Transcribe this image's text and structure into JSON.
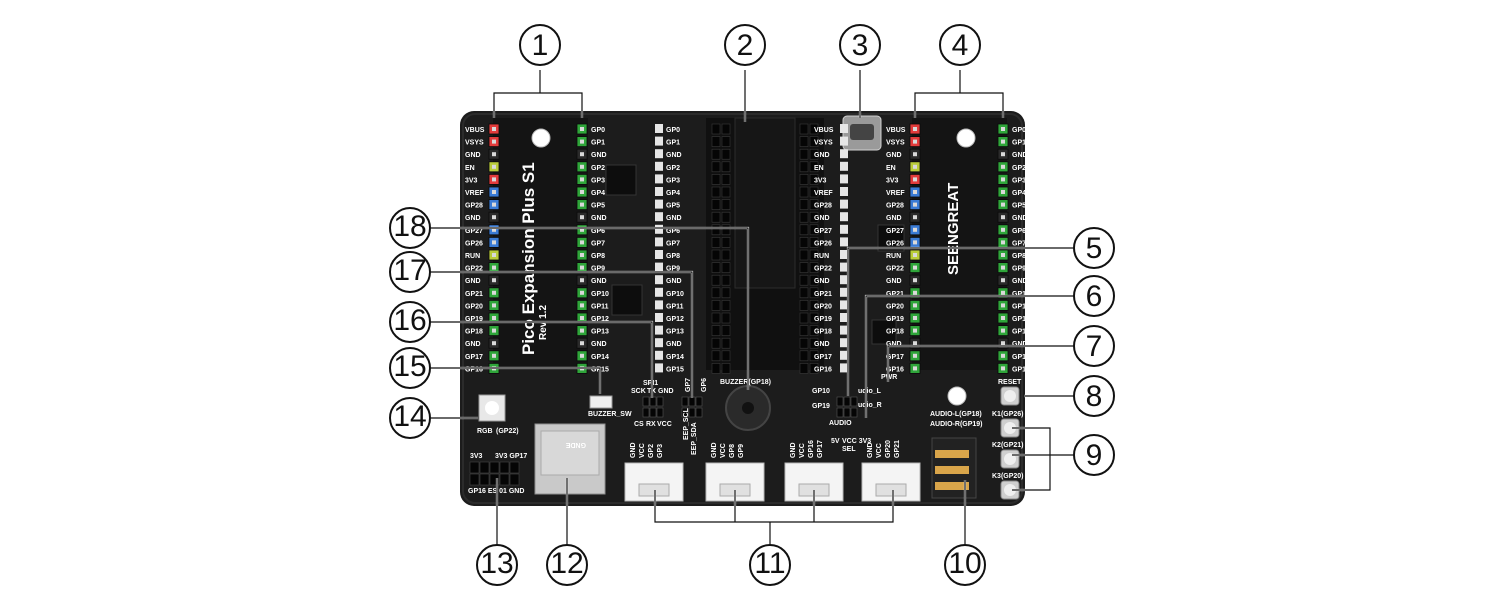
{
  "board": {
    "title": "Pico Expansion Plus S1",
    "rev": "Rev 1.2",
    "brand": "SEENGREAT",
    "left_header_labels": [
      "VBUS",
      "VSYS",
      "GND",
      "EN",
      "3V3",
      "VREF",
      "GP28",
      "GND",
      "GP27",
      "GP26",
      "RUN",
      "GP22",
      "GND",
      "GP21",
      "GP20",
      "GP19",
      "GP18",
      "GND",
      "GP17",
      "GP16"
    ],
    "right_header_labels": [
      "GP0",
      "GP1",
      "GND",
      "GP2",
      "GP3",
      "GP4",
      "GP5",
      "GND",
      "GP6",
      "GP7",
      "GP8",
      "GP9",
      "GND",
      "GP10",
      "GP11",
      "GP12",
      "GP13",
      "GND",
      "GP14",
      "GP15"
    ],
    "mid_right_labels": [
      "VBUS",
      "VSYS",
      "GND",
      "EN",
      "3V3",
      "VREF",
      "GP28",
      "GND",
      "GP27",
      "GP26",
      "RUN",
      "GP22",
      "GND",
      "GP21",
      "GP20",
      "GP19",
      "GP18",
      "GND",
      "GP17",
      "GP16"
    ],
    "mid_left_labels": [
      "GP0",
      "GP1",
      "GND",
      "GP2",
      "GP3",
      "GP4",
      "GP5",
      "GND",
      "GP6",
      "GP7",
      "GP8",
      "GP9",
      "GND",
      "GP10",
      "GP11",
      "GP12",
      "GP13",
      "GND",
      "GP14",
      "GP15"
    ],
    "labels": {
      "buzzer": "BUZZER(GP18)",
      "buzzer_sw": "BUZZER_SW",
      "audio": "AUDIO",
      "rgb": "RGB",
      "rgb_gp": "(GP22)",
      "reset": "RESET",
      "k1": "K1(GP26)",
      "k2": "K2(GP21)",
      "k3": "K3(GP20)",
      "audio_l": "AUDIO-L(GP18)",
      "audio_r": "AUDIO-R(GP19)",
      "spi1": "SPI1",
      "sck": "SCK",
      "tx": "TX",
      "gnd": "GND",
      "cs": "CS",
      "rx": "RX",
      "vcc": "VCC",
      "eep_scl": "EEP_SCL",
      "eep_sda": "EEP_SDA",
      "gp7": "GP7",
      "gp6": "GP6",
      "gp10": "GP10",
      "gp19": "GP19",
      "audio_lr_l": "udio_L",
      "audio_lr_r": "udio_R",
      "pwr": "PWR",
      "v5": "5V",
      "v3": "VCC 3V3",
      "sel": "SEL",
      "left_conn_a": "3V3",
      "left_conn_b": "3V3 GP17",
      "left_conn_c": "GP16 ES 01 GND",
      "sd_text": "GNDE"
    },
    "grove_pins": [
      [
        "GND",
        "VCC",
        "GP2",
        "GP3"
      ],
      [
        "GND",
        "VCC",
        "GP8",
        "GP9"
      ],
      [
        "GND",
        "VCC",
        "GP16",
        "GP17"
      ],
      [
        "GND",
        "VCC",
        "GP20",
        "GP21"
      ]
    ]
  },
  "callouts": [
    "1",
    "2",
    "3",
    "4",
    "5",
    "6",
    "7",
    "8",
    "9",
    "10",
    "11",
    "12",
    "13",
    "14",
    "15",
    "16",
    "17",
    "18"
  ],
  "colors": {
    "board": "#1c1c1c",
    "pin_red": "#e23b3b",
    "pin_green": "#2fa53a",
    "pin_blue": "#3a7bd5",
    "pin_yellow": "#b9cc3a",
    "connector_white": "#f4f4f4"
  }
}
